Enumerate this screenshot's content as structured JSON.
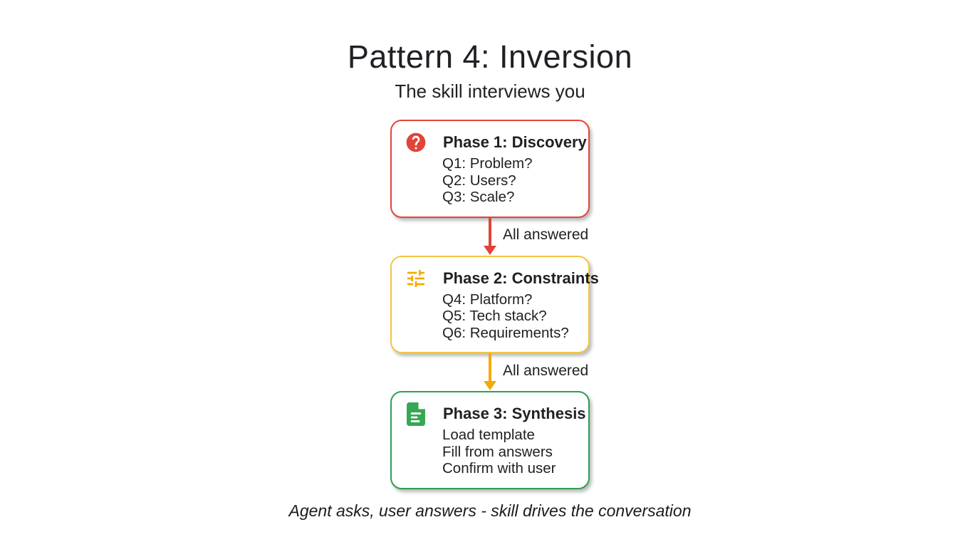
{
  "page": {
    "title": "Pattern 4: Inversion",
    "subtitle": "The skill interviews you",
    "caption": "Agent asks, user answers - skill drives the conversation"
  },
  "phases": [
    {
      "title": "Phase 1: Discovery",
      "icon": "help-question-icon",
      "border_color": "#E1453A",
      "icon_color": "#E1453A",
      "lines": [
        "Q1: Problem?",
        "Q2: Users?",
        "Q3: Scale?"
      ]
    },
    {
      "title": "Phase 2: Constraints",
      "icon": "tune-sliders-icon",
      "border_color": "#F4C542",
      "icon_color": "#F2AB00",
      "lines": [
        "Q4: Platform?",
        "Q5: Tech stack?",
        "Q6: Requirements?"
      ]
    },
    {
      "title": "Phase 3: Synthesis",
      "icon": "document-icon",
      "border_color": "#2E9E51",
      "icon_color": "#34A853",
      "lines": [
        "Load template",
        "Fill from answers",
        "Confirm with user"
      ]
    }
  ],
  "connectors": [
    {
      "label": "All answered",
      "color": "#E1453A"
    },
    {
      "label": "All answered",
      "color": "#F2AB00"
    }
  ]
}
